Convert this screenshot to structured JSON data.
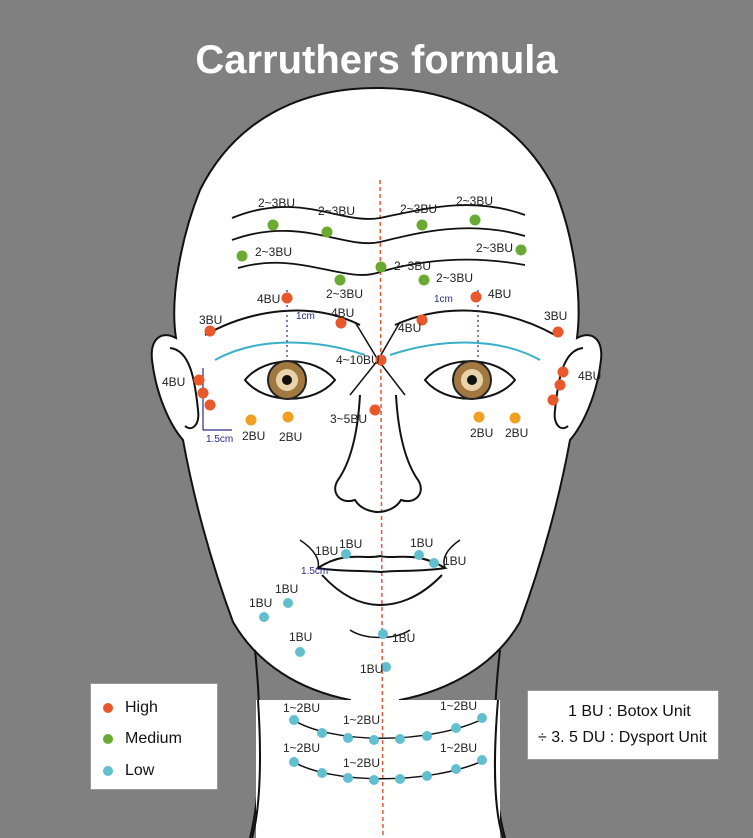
{
  "title": "Carruthers formula",
  "colors": {
    "background": "#808080",
    "high": "#e8582a",
    "medium": "#6aaa32",
    "low": "#62bfd0",
    "midline": "#e05a3a",
    "eye_arc": "#3ab0c8"
  },
  "legend": [
    {
      "label": "High",
      "color": "#e8582a"
    },
    {
      "label": "Medium",
      "color": "#6aaa32"
    },
    {
      "label": "Low",
      "color": "#62bfd0"
    }
  ],
  "units": {
    "line1": "1 BU : Botox Unit",
    "line2": "÷ 3. 5 DU : Dysport Unit"
  },
  "labels": {
    "f1": "2~3BU",
    "f2": "2~3BU",
    "f3": "2~3BU",
    "f4": "2~3BU",
    "f5": "2~3BU",
    "f6": "2~3BU",
    "f7": "2~3BU",
    "f8": "2~3BU",
    "f9": "2~3BU",
    "b1": "4BU",
    "b2": "4BU",
    "b3": "4BU",
    "b4": "4BU",
    "b5": "3BU",
    "b6": "3BU",
    "gl": "4~10BU",
    "cm1": "1cm",
    "cm2": "1cm",
    "c1": "4BU",
    "c2": "4BU",
    "cm3": "1.5cm",
    "e1": "2BU",
    "e2": "2BU",
    "e3": "2BU",
    "e4": "2BU",
    "n1": "3~5BU",
    "m1": "1BU",
    "m2": "1BU",
    "m3": "1BU",
    "m4": "1BU",
    "m5": "1BU",
    "m6": "1BU",
    "m7": "1BU",
    "m8": "1BU",
    "m9": "1BU",
    "cm4": "1.5cm",
    "k1": "1~2BU",
    "k2": "1~2BU",
    "k3": "1~2BU",
    "k4": "1~2BU",
    "k5": "1~2BU",
    "k6": "1~2BU"
  },
  "icons": {
    "eye_left": "eye-icon",
    "eye_right": "eye-icon"
  }
}
